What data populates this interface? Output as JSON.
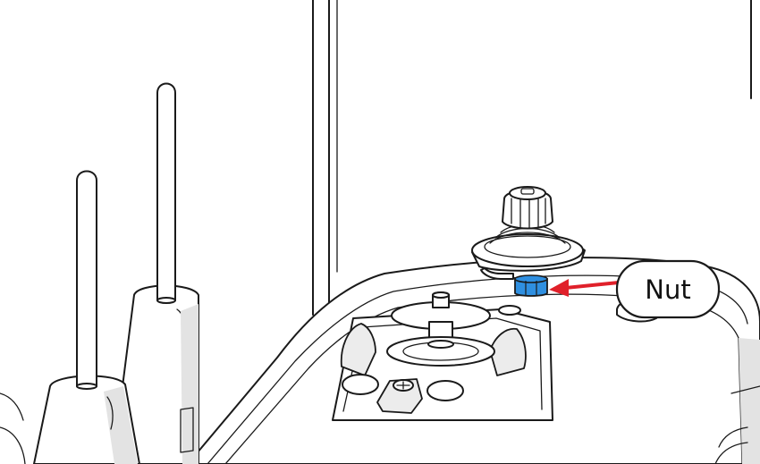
{
  "callout": {
    "label": "Nut",
    "arrow_color": "#e0202a",
    "highlight_color": "#2f8fe0"
  },
  "icons": [
    "thread-spool-pin",
    "bobbin-winder",
    "tension-disc",
    "highlighted-nut"
  ]
}
